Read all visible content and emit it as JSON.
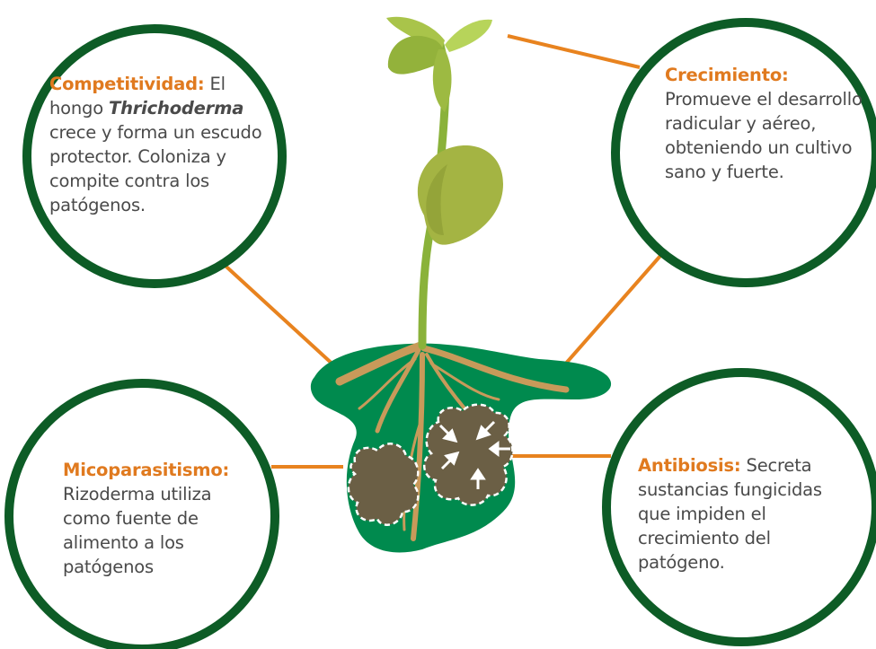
{
  "colors": {
    "circle_border": "#0d5c26",
    "connector": "#e8831f",
    "soil": "#008a4e",
    "root": "#c89a5a",
    "pathogen": "#6b5f45",
    "stem": "#8ab23a",
    "leaf": "#a9c44a",
    "heading": "#e07a1f",
    "body_text": "#4a4a4a"
  },
  "competitividad": {
    "heading": "Competitividad:",
    "text_a": " El hongo ",
    "species": "Thrichoderma",
    "text_b": " crece y forma un escudo protector. Coloniza y compite contra los patógenos."
  },
  "crecimiento": {
    "heading": "Crecimiento:",
    "text": " Promueve el desarrollo radicular y aéreo, obteniendo un cultivo sano y fuerte."
  },
  "micoparasitismo": {
    "heading": "Micoparasitismo:",
    "text": " Rizoderma utiliza como fuente de alimento a los patógenos"
  },
  "antibiosis": {
    "heading": "Antibiosis:",
    "text": " Secreta sustancias fungicidas que impiden el crecimiento del patógeno."
  }
}
